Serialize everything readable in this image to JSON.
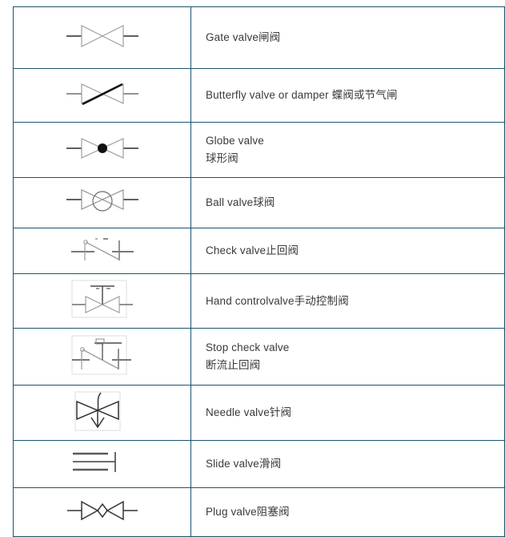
{
  "table": {
    "border_color": "#1c5470",
    "text_color": "#3a3a3a",
    "columns": [
      "symbol",
      "description"
    ],
    "rows": [
      {
        "symbol": "gate-valve-symbol",
        "lines": [
          "Gate valve闸阀"
        ]
      },
      {
        "symbol": "butterfly-valve-symbol",
        "lines": [
          "Butterfly valve or damper 蝶阀或节气闸"
        ]
      },
      {
        "symbol": "globe-valve-symbol",
        "lines": [
          "Globe valve",
          "球形阀"
        ]
      },
      {
        "symbol": "ball-valve-symbol",
        "lines": [
          "Ball valve球阀"
        ]
      },
      {
        "symbol": "check-valve-symbol",
        "lines": [
          "Check valve止回阀"
        ]
      },
      {
        "symbol": "hand-control-valve-symbol",
        "lines": [
          "Hand controlvalve手动控制阀"
        ]
      },
      {
        "symbol": "stop-check-valve-symbol",
        "lines": [
          "Stop check valve",
          "断流止回阀"
        ]
      },
      {
        "symbol": "needle-valve-symbol",
        "lines": [
          "Needle valve针阀"
        ]
      },
      {
        "symbol": "slide-valve-symbol",
        "lines": [
          "Slide valve滑阀"
        ]
      },
      {
        "symbol": "plug-valve-symbol",
        "lines": [
          "Plug valve阻塞阀"
        ]
      }
    ]
  }
}
